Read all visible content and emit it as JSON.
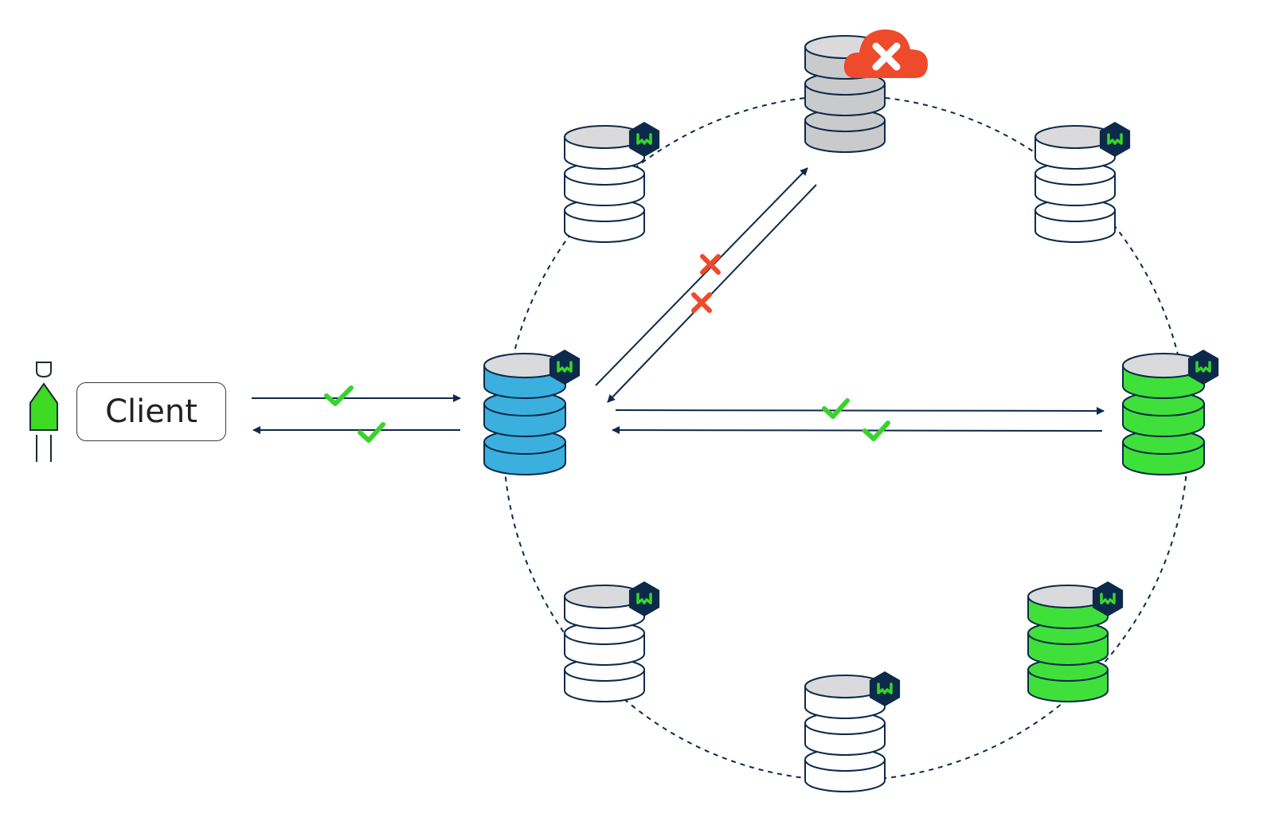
{
  "client": {
    "label": "Client"
  },
  "colors": {
    "ring": "#0d2a4a",
    "arrow": "#0d2a4a",
    "ok": "#39d42a",
    "fail": "#ee4a2c",
    "coordinator": "#3bb0de",
    "replica_ack": "#40e03a",
    "down_node": "#c9cacc",
    "idle_node": "#ffffff",
    "disk_band": "#dadadd",
    "badge": "#0d2a4a",
    "badge_logo": "#39d42a"
  },
  "nodes": [
    {
      "id": "node-top",
      "state": "down",
      "badge": "cloud-error-icon"
    },
    {
      "id": "node-top-left",
      "state": "idle",
      "badge": "hex-logo-icon"
    },
    {
      "id": "node-top-right",
      "state": "idle",
      "badge": "hex-logo-icon"
    },
    {
      "id": "node-coordinator",
      "state": "coordinator",
      "badge": "hex-logo-icon"
    },
    {
      "id": "node-right",
      "state": "replica-ack",
      "badge": "hex-logo-icon"
    },
    {
      "id": "node-bottom-right",
      "state": "replica-ack",
      "badge": "hex-logo-icon"
    },
    {
      "id": "node-bottom",
      "state": "idle",
      "badge": "hex-logo-icon"
    },
    {
      "id": "node-bottom-left",
      "state": "idle",
      "badge": "hex-logo-icon"
    }
  ],
  "flows": [
    {
      "id": "client-request",
      "status": "ok"
    },
    {
      "id": "client-response",
      "status": "ok"
    },
    {
      "id": "write-to-down-node",
      "status": "fail"
    },
    {
      "id": "reply-from-down-node",
      "status": "fail"
    },
    {
      "id": "write-to-replica",
      "status": "ok"
    },
    {
      "id": "reply-from-replica",
      "status": "ok"
    }
  ]
}
